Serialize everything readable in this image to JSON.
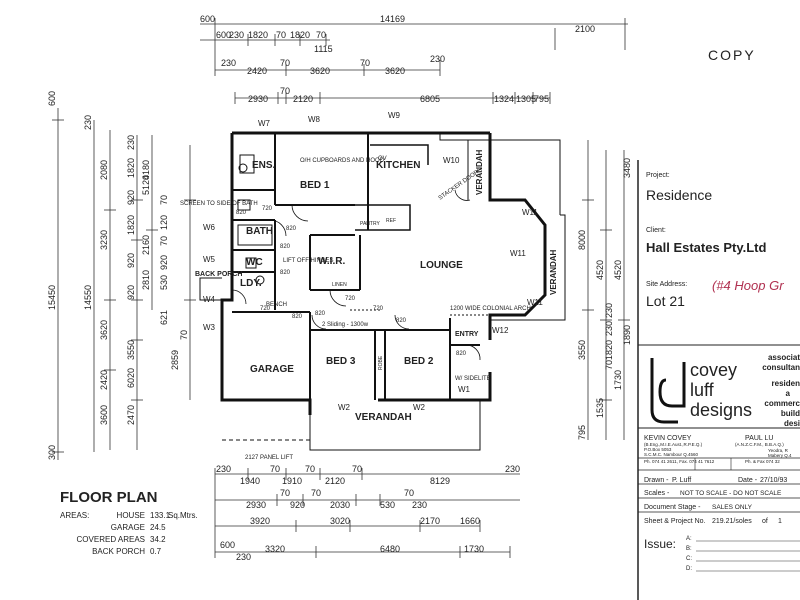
{
  "stamp": "COPY",
  "top_dims": {
    "row1": [
      "600",
      "14169",
      "2100"
    ],
    "row2": [
      "600",
      "230",
      "1820",
      "70",
      "1820",
      "70",
      "1115"
    ],
    "row3": [
      "230",
      "2420",
      "70",
      "3620",
      "70",
      "3620",
      "230"
    ],
    "row4": [
      "2930",
      "70",
      "2120",
      "6805",
      "1324",
      "1305",
      "795"
    ]
  },
  "left_dims": {
    "col1": [
      "600",
      "15450",
      "300"
    ],
    "col2": [
      "14550",
      "230"
    ],
    "col3": [
      "2080",
      "3230",
      "5120",
      "3620",
      "2420",
      "3600"
    ],
    "col4": [
      "230",
      "1820",
      "920",
      "1820",
      "920",
      "2810",
      "920",
      "3550",
      "6020",
      "2470"
    ],
    "col5": [
      "4180",
      "2160"
    ],
    "col6": [
      "70",
      "120",
      "70",
      "920",
      "530",
      "621",
      "70",
      "2859"
    ]
  },
  "right_dims": [
    "3480",
    "8000",
    "4520",
    "4520",
    "1890",
    "3550",
    "1730",
    "1535",
    "795",
    "230",
    "1820",
    "70",
    "230"
  ],
  "bottom_dims": {
    "row1": [
      "230",
      "1940",
      "70",
      "1910",
      "70",
      "2120",
      "70",
      "8129",
      "230"
    ],
    "row2": [
      "2930",
      "70",
      "920",
      "70",
      "2030",
      "530",
      "70",
      "230"
    ],
    "row3": [
      "3920",
      "3020",
      "2170",
      "1660"
    ],
    "row4": [
      "600",
      "230",
      "3320",
      "6480",
      "1730"
    ]
  },
  "rooms": {
    "ens": "ENS.",
    "bed1": "BED 1",
    "kitchen": "KITCHEN",
    "lounge": "LOUNGE",
    "bath": "BATH",
    "wc": "WC",
    "wir": "W.I.R.",
    "ldy": "LDY.",
    "garage": "GARAGE",
    "bed3": "BED 3",
    "bed2": "BED 2",
    "entry": "ENTRY",
    "verandah_top": "VERANDAH",
    "verandah_right": "VERANDAH",
    "verandah_bottom": "VERANDAH",
    "back_porch": "BACK PORCH",
    "robe": "ROBE",
    "linen": "LINEN",
    "pantry": "PANTRY",
    "ref": "REF"
  },
  "notes": {
    "cupboards": "O/H CUPBOARDS AND HOOD",
    "screen": "SCREEN TO SIDE OF BATH",
    "lift_off": "LIFT OFF HINGES",
    "sliding": "2 Sliding - 1300w",
    "colonial_arch": "1200 WIDE COLONIAL ARCH",
    "sidelite": "W/ SIDELITE",
    "panel_lift": "2127 PANEL LIFT",
    "stacker": "STACKER DOORS",
    "bench": "BENCH",
    "ov": "OV"
  },
  "doors": [
    "720",
    "820",
    "820",
    "820",
    "820",
    "720",
    "820",
    "720",
    "820",
    "720",
    "820",
    "820"
  ],
  "windows": [
    "W7",
    "W8",
    "W9",
    "W10",
    "W11",
    "W11",
    "W11",
    "W12",
    "W1",
    "W2",
    "W2",
    "W3",
    "W4",
    "W5",
    "W6"
  ],
  "floor_plan": {
    "title": "FLOOR PLAN",
    "areas_label": "AREAS:",
    "rows": [
      {
        "label": "HOUSE",
        "value": "133.1",
        "unit": "Sq.Mtrs."
      },
      {
        "label": "GARAGE",
        "value": "24.5",
        "unit": ""
      },
      {
        "label": "COVERED AREAS",
        "value": "34.2",
        "unit": ""
      },
      {
        "label": "BACK PORCH",
        "value": "0.7",
        "unit": ""
      }
    ]
  },
  "title_block": {
    "project_label": "Project:",
    "project": "Residence",
    "client_label": "Client:",
    "client": "Hall Estates Pty.Ltd",
    "site_label": "Site Address:",
    "site": "Lot 21",
    "handwritten": "(#4 Hoop Gr",
    "firm_line1": "covey",
    "firm_line2": "luff",
    "firm_line3": "designs",
    "assoc": [
      "associat",
      "consultan",
      "residen",
      "a",
      "commerc",
      "build",
      "desi"
    ],
    "kevin": "KEVIN COVEY",
    "kevin_quals": "(B.Eng.,M.I.E.Aust.,R.P.E.Q.)",
    "kevin_po": "P.O.Box 5053",
    "kevin_addr": "S.C.M.C. Nambour Q.4560",
    "kevin_ph": "Ph. 074 41 2611, Fax. 074 41 7612",
    "paul": "PAUL LU",
    "paul_quals": "(A.N.Z.C.F.M., B.B.A.Q.)",
    "paul_addr1": "Yeodra, R",
    "paul_addr2": "Mabery Q.4",
    "paul_ph": "Ph. & Fax 074 32",
    "drawn_label": "Drawn -",
    "drawn": "P. Luff",
    "date_label": "Date -",
    "date": "27/10/93",
    "scales_label": "Scales -",
    "scales": "NOT TO SCALE - DO NOT SCALE",
    "stage_label": "Document Stage -",
    "stage": "SALES ONLY",
    "sheet_label": "Sheet & Project No.",
    "sheet": "219.21/soles",
    "sheet_of": "of",
    "sheet_total": "1",
    "issue_label": "Issue:",
    "issues": [
      "A:",
      "B:",
      "C:",
      "D:"
    ]
  }
}
